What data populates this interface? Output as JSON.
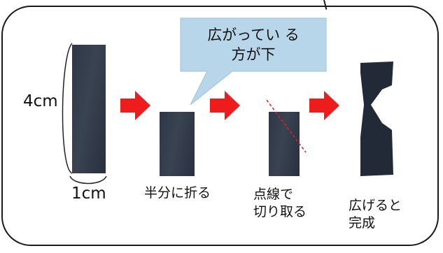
{
  "callout": {
    "line1": "広がってい る",
    "line2": "方が下"
  },
  "dimensions": {
    "height": "4cm",
    "width": "1cm"
  },
  "steps": [
    {
      "label_line1": "半分に折る",
      "label_line2": ""
    },
    {
      "label_line1": "点線で",
      "label_line2": "切り取る"
    },
    {
      "label_line1": "広げると",
      "label_line2": "完成"
    }
  ],
  "colors": {
    "arrow": "#ee1c1c",
    "callout_fill": "#b8d6ea",
    "strip": "#2b3442",
    "cut_line": "#e02020"
  }
}
